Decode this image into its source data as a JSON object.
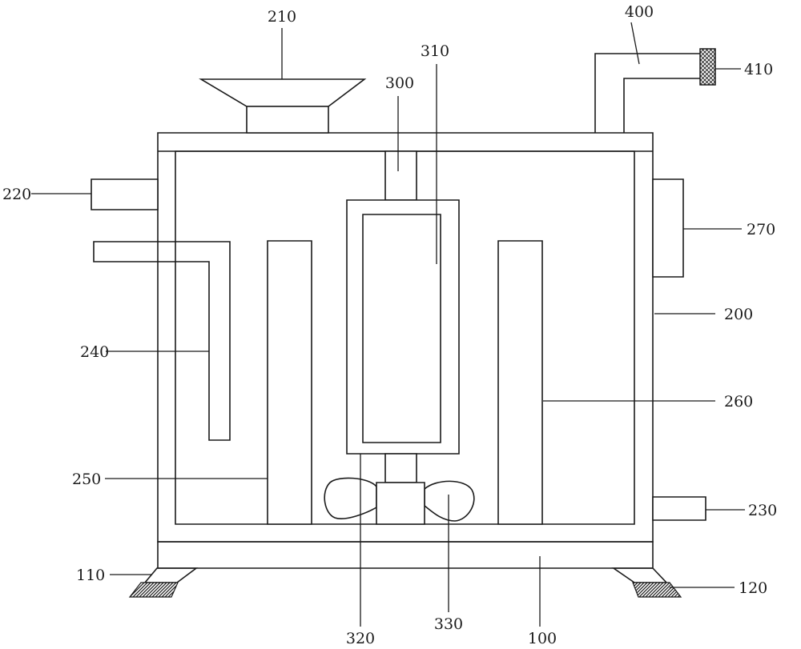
{
  "diagram": {
    "labels": {
      "l100": "100",
      "l110": "110",
      "l120": "120",
      "l200": "200",
      "l210": "210",
      "l220": "220",
      "l230": "230",
      "l240": "240",
      "l250": "250",
      "l260": "260",
      "l270": "270",
      "l300": "300",
      "l310": "310",
      "l320": "320",
      "l330": "330",
      "l400": "400",
      "l410": "410"
    },
    "colors": {
      "line": "#1a1a1a",
      "background": "#ffffff"
    }
  }
}
